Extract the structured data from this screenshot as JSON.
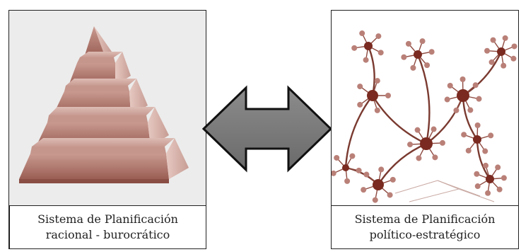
{
  "left": {
    "caption_line1": "Sistema de Planificación",
    "caption_line2": "racional - burocrático"
  },
  "right": {
    "caption_line1": "Sistema de Planificación",
    "caption_line2": "político-estratégico"
  },
  "colors": {
    "pyramid_dark": "#9a5a50",
    "pyramid_light": "#d9b3aa",
    "network_node": "#7a2a20",
    "network_leaf": "#b98078",
    "arrow_fill": "#7d7d7d"
  }
}
